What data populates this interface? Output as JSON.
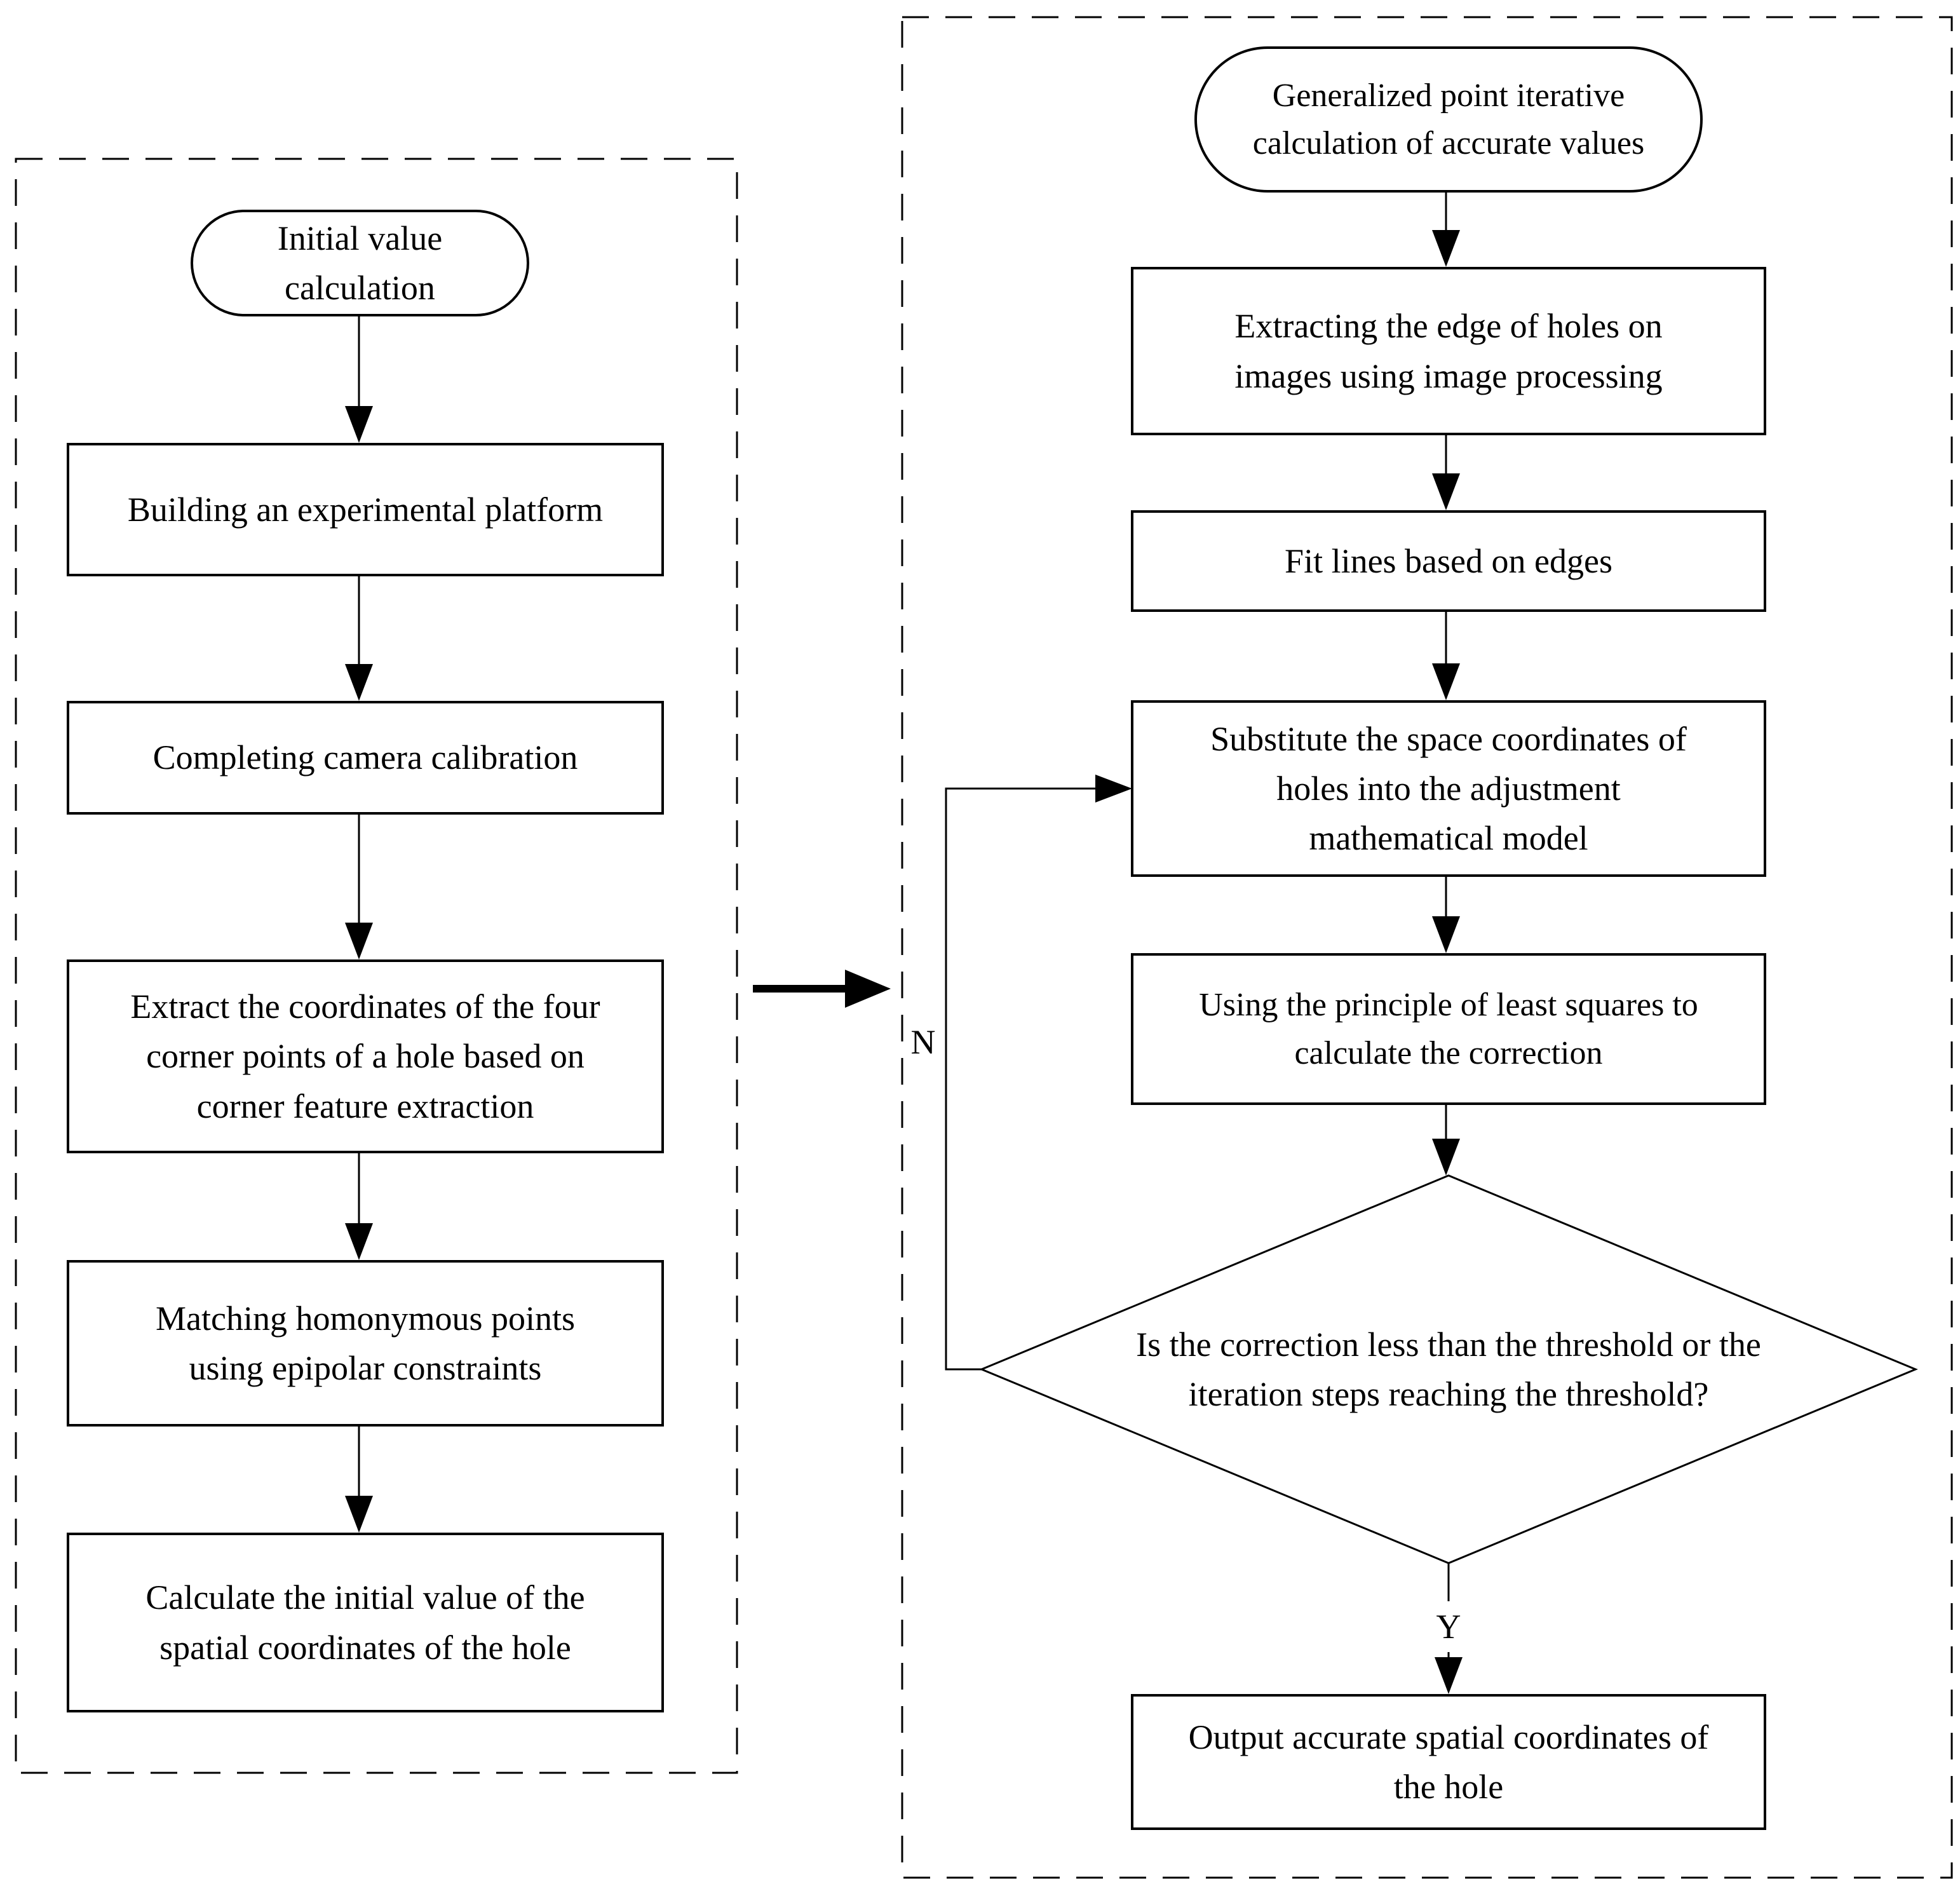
{
  "colors": {
    "line": "#000000",
    "background": "#ffffff"
  },
  "left_panel": {
    "start_label": "Initial value\ncalculation",
    "steps": [
      "Building an experimental platform",
      "Completing camera calibration",
      "Extract the coordinates of the four\ncorner points of a hole based on\ncorner feature extraction",
      "Matching homonymous points\nusing epipolar constraints",
      "Calculate the initial value of the\nspatial coordinates of the hole"
    ]
  },
  "right_panel": {
    "start_label": "Generalized point iterative\ncalculation of accurate values",
    "steps": [
      "Extracting the edge of holes on\nimages using image processing",
      "Fit lines based on edges",
      "Substitute the space coordinates of\nholes into the adjustment\nmathematical model",
      "Using the principle of least squares to\ncalculate the correction"
    ],
    "decision_label": "Is the correction less than the threshold or the\niteration steps reaching the threshold?",
    "yes_label": "Y",
    "no_label": "N",
    "output_label": "Output accurate spatial coordinates of\nthe hole"
  }
}
